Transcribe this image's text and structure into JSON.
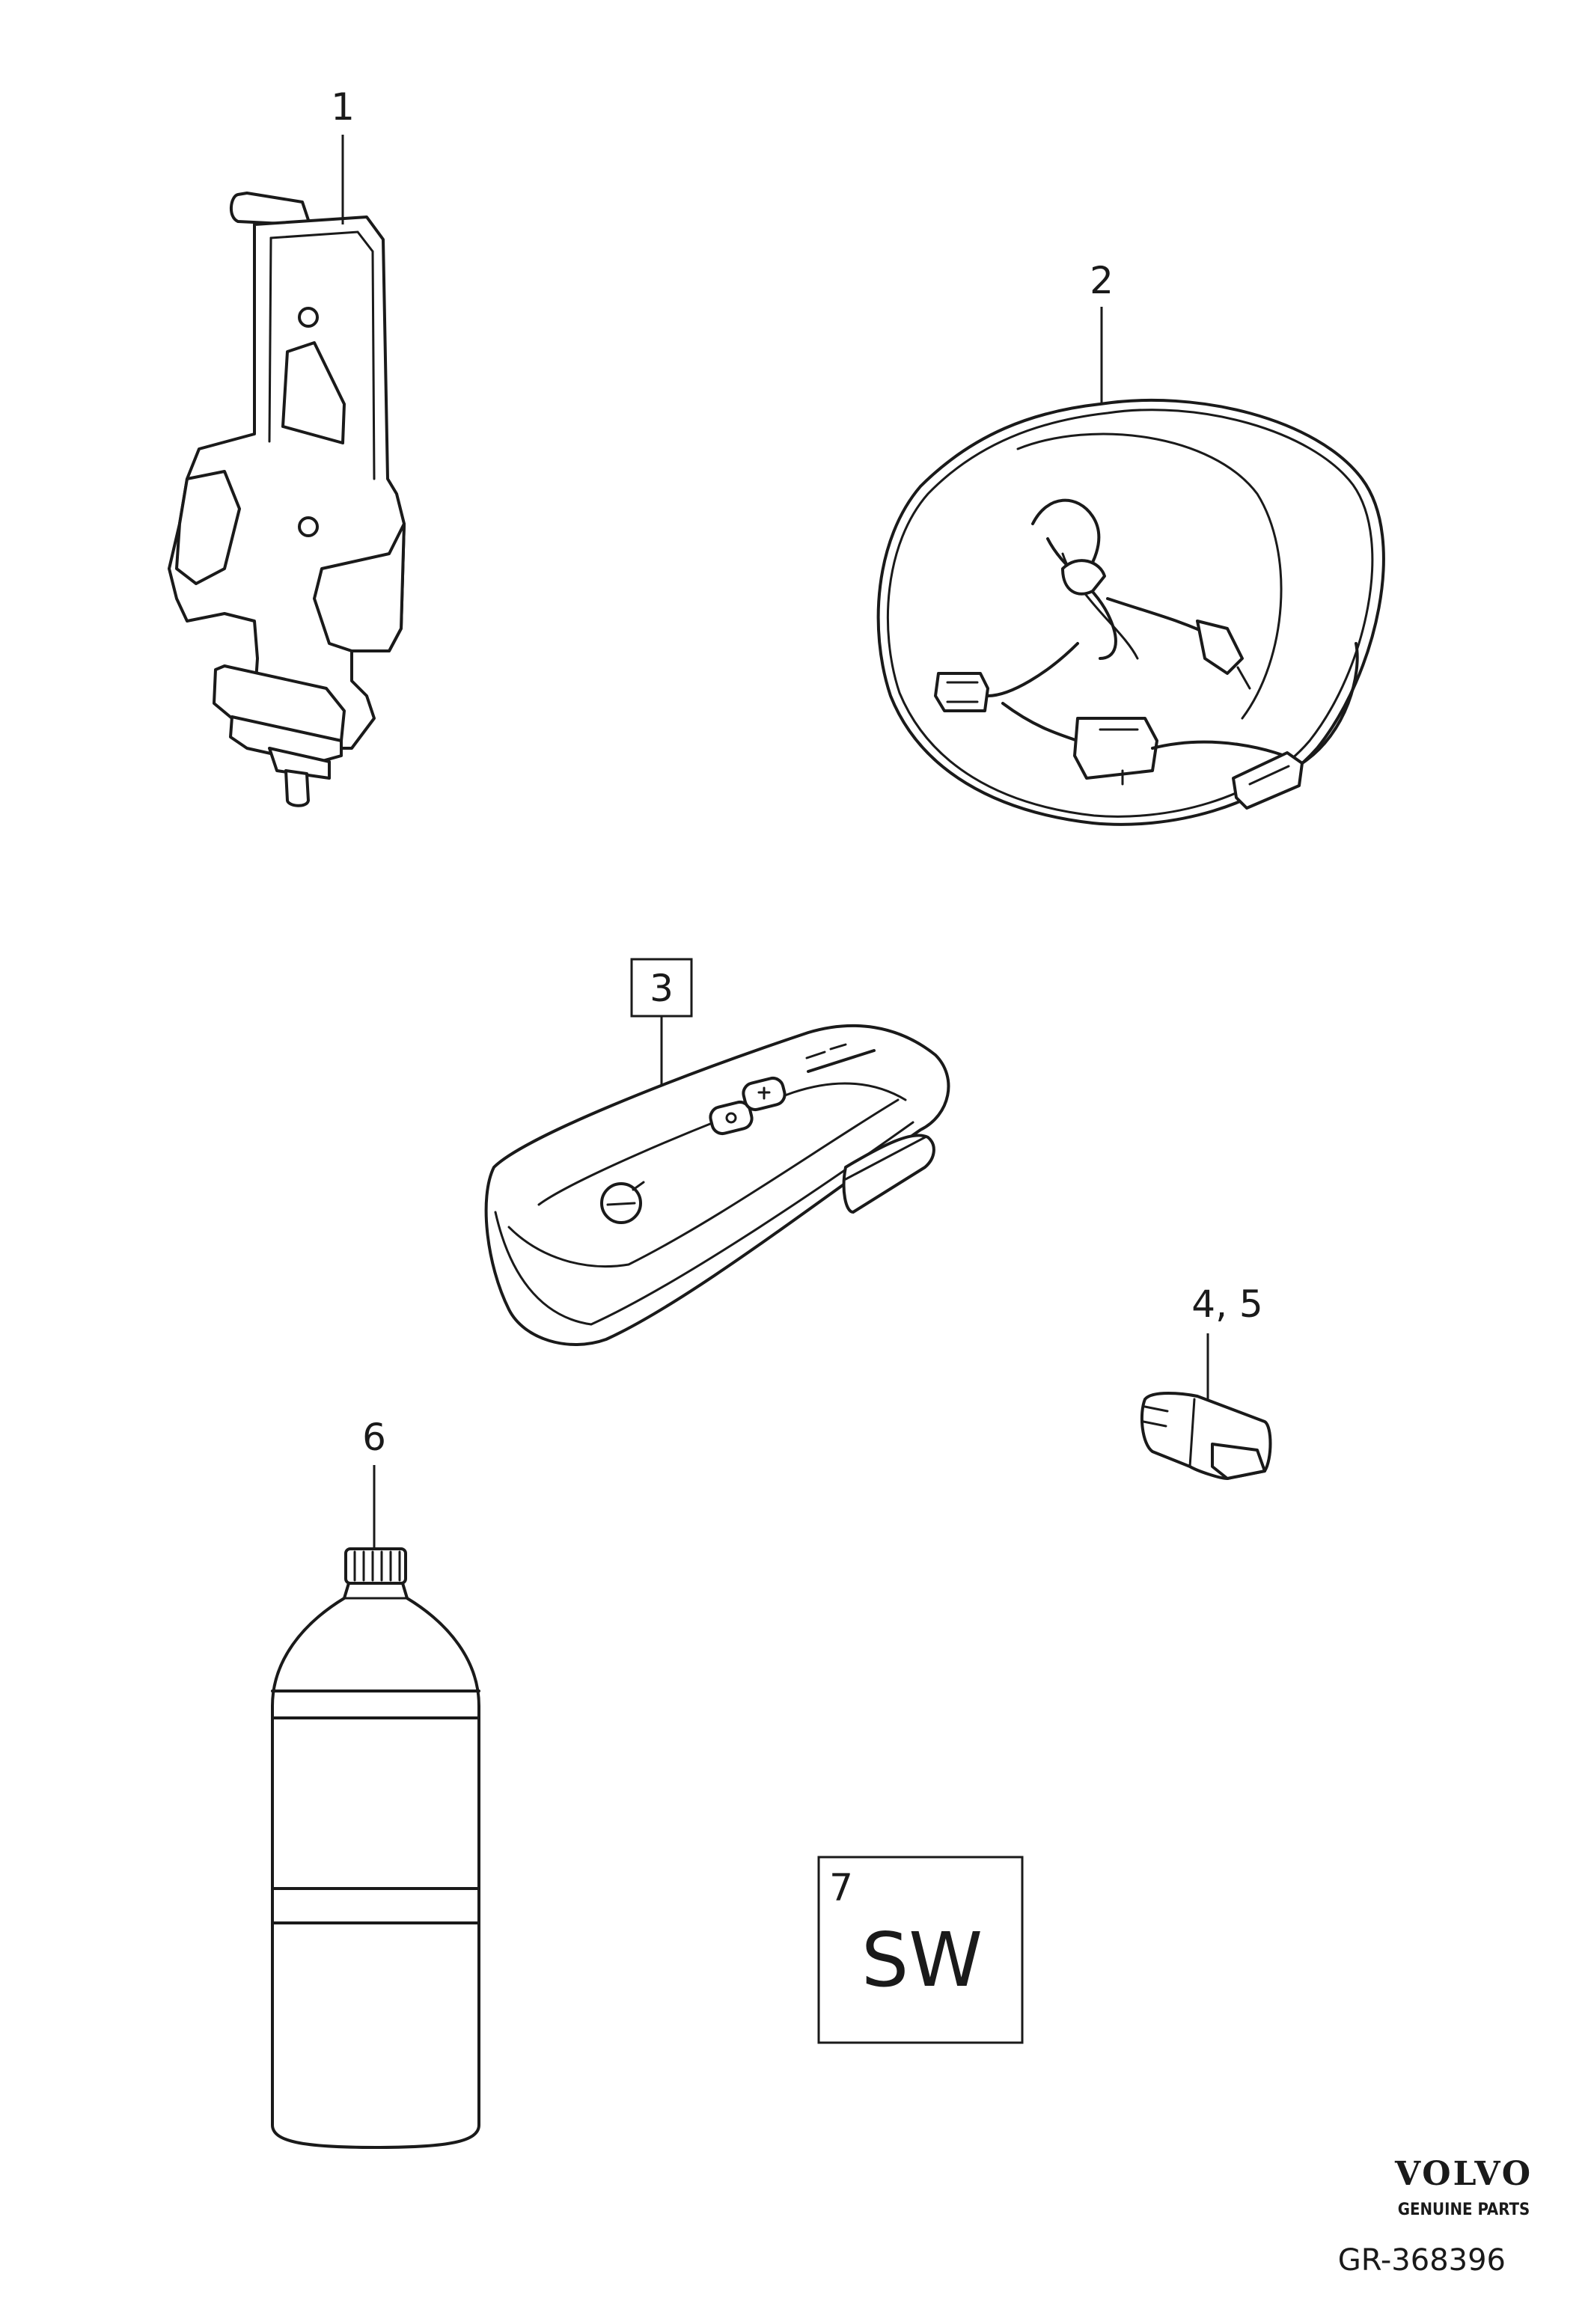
{
  "callouts": {
    "p1": "1",
    "p2": "2",
    "p3": "3",
    "p45": "4, 5",
    "p6": "6",
    "p7": "7"
  },
  "software_box": {
    "label": "SW"
  },
  "footer": {
    "brand": "VOLVO",
    "brand_sub": "GENUINE PARTS",
    "ref": "GR-368396"
  },
  "icons": [
    "phone-holder-icon",
    "cable-harness-icon",
    "remote-key-icon",
    "connector-icon",
    "bottle-icon",
    "software-icon",
    "volvo-logo"
  ]
}
